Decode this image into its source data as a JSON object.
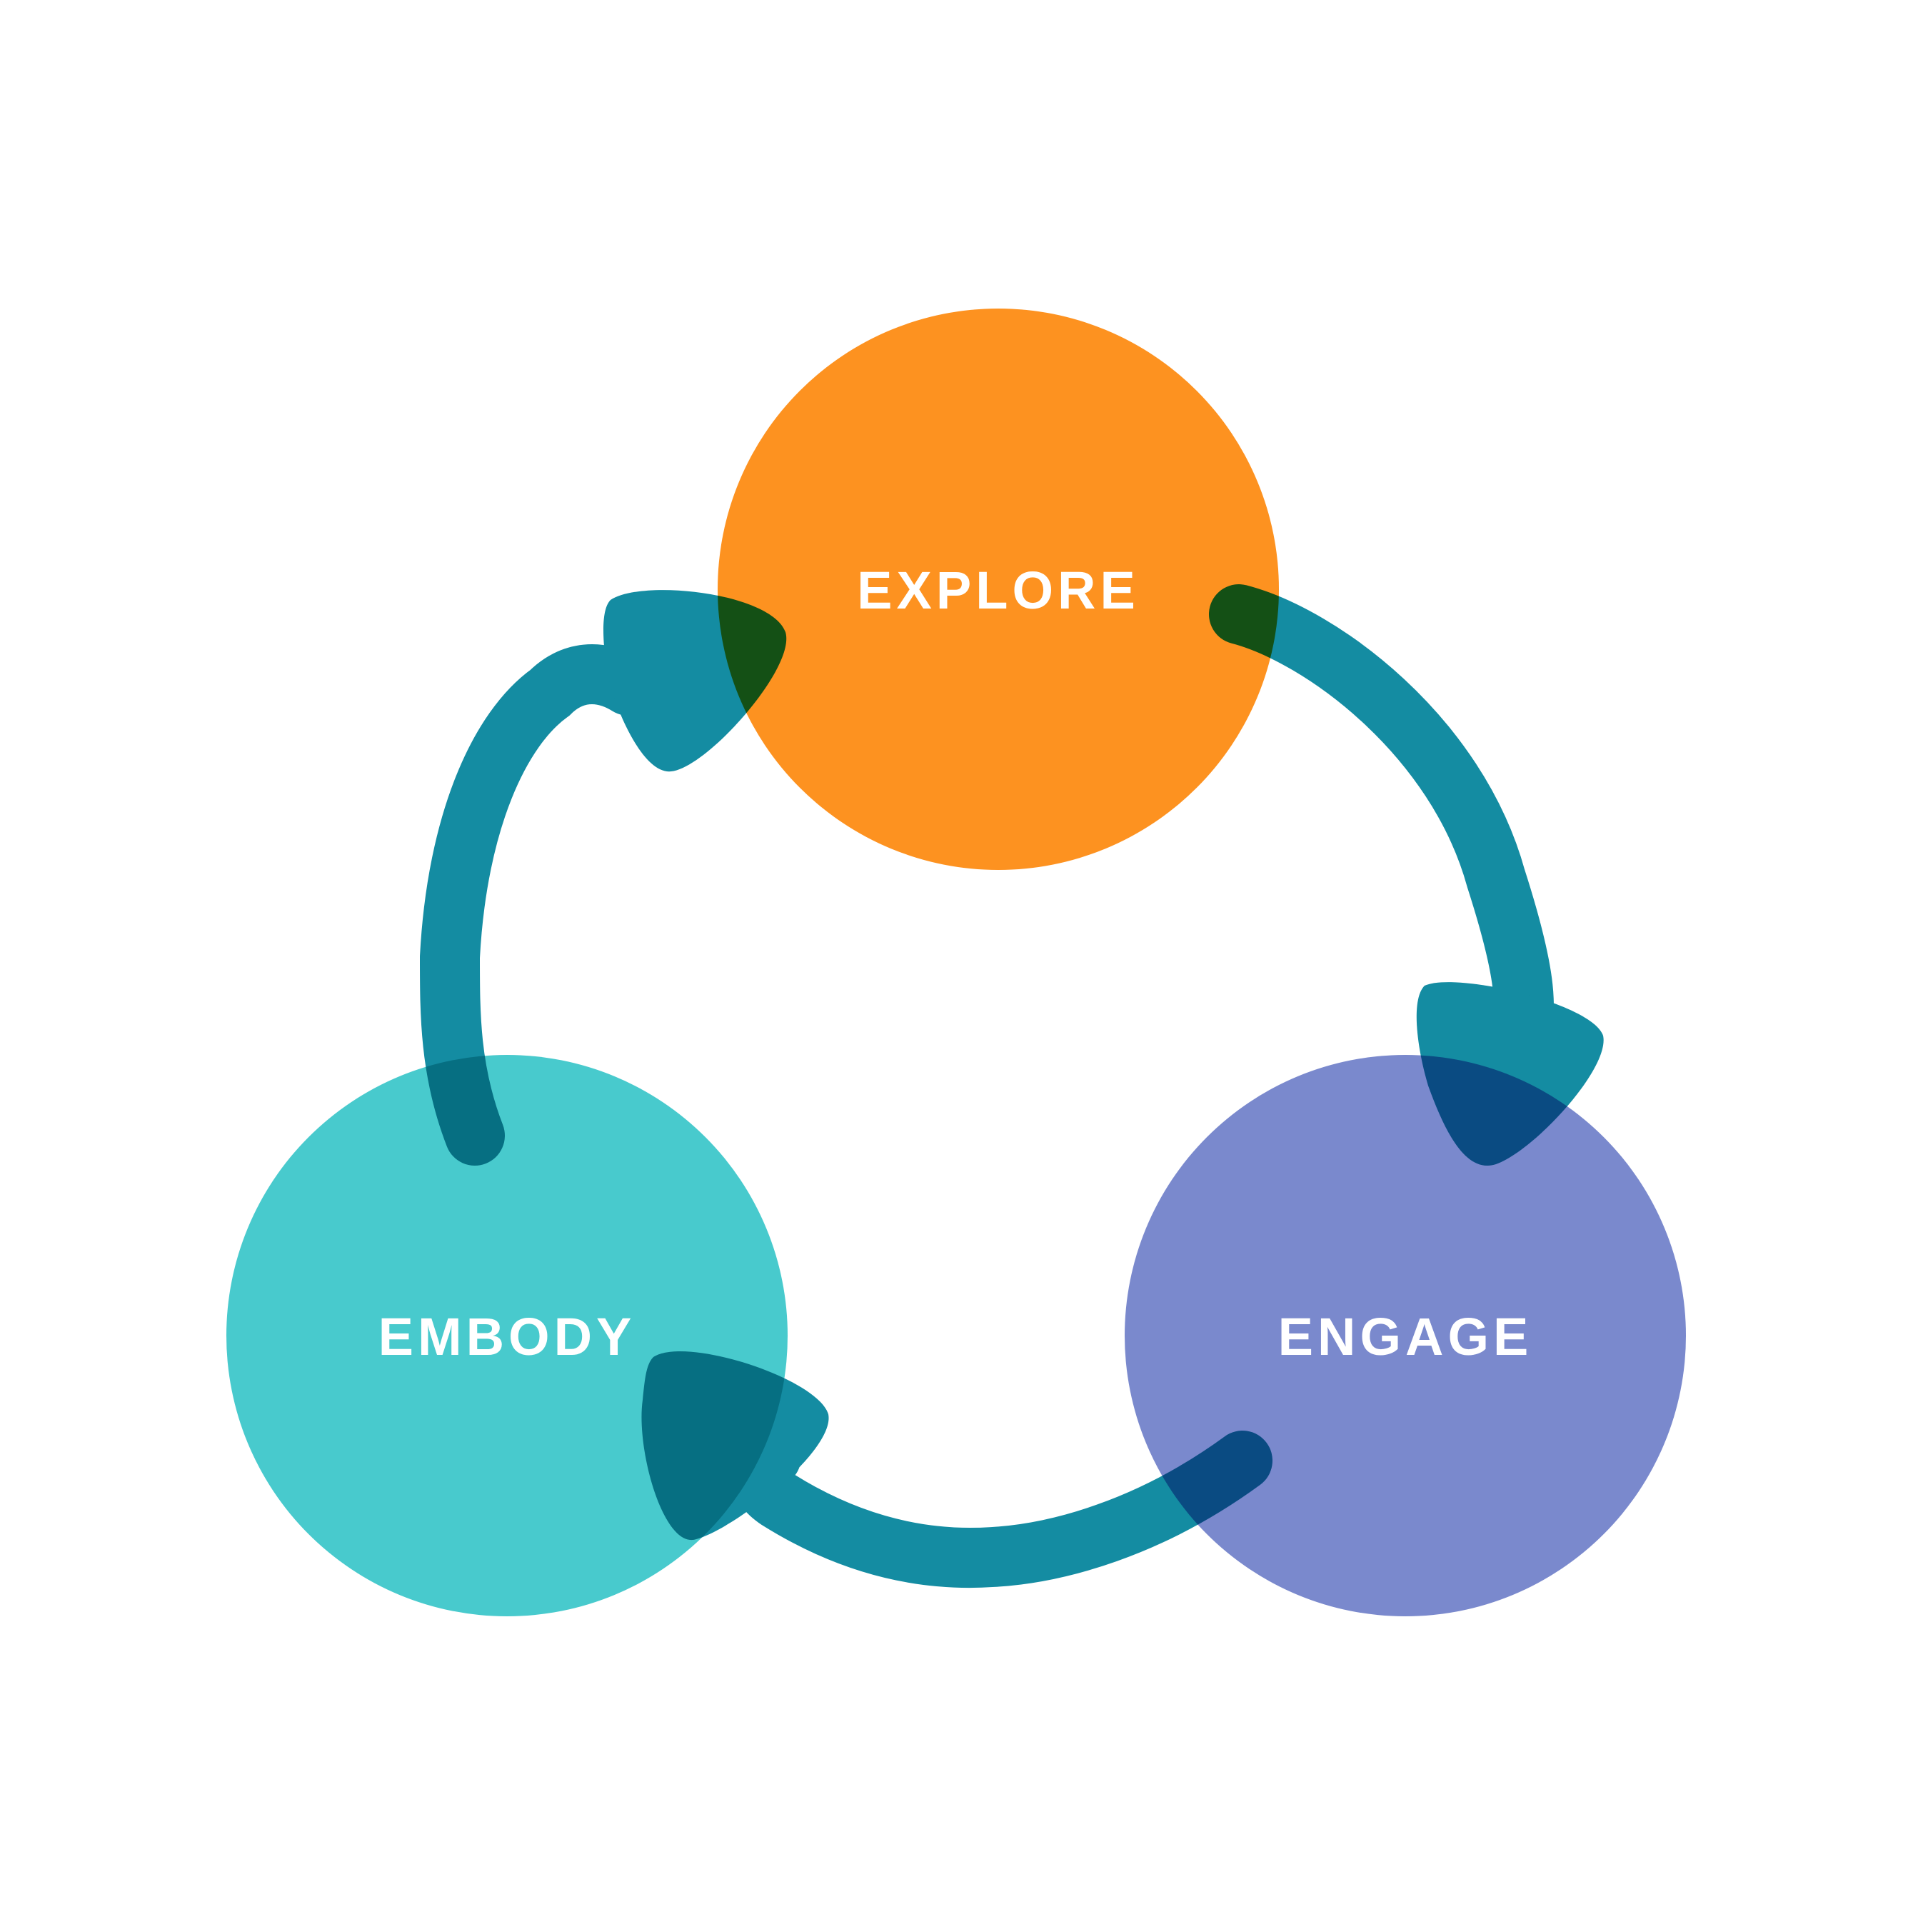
{
  "diagram": {
    "type": "cycle",
    "background": "#ffffff",
    "arrow_color": "#148ca2",
    "stages": [
      {
        "id": "explore",
        "label": "EXPLORE",
        "color": "#fd9220"
      },
      {
        "id": "engage",
        "label": "ENGAGE",
        "color": "#7a89cd"
      },
      {
        "id": "embody",
        "label": "EMBODY",
        "color": "#48cacd"
      }
    ],
    "flow": [
      {
        "from": "explore",
        "to": "engage"
      },
      {
        "from": "engage",
        "to": "embody"
      },
      {
        "from": "embody",
        "to": "explore"
      }
    ]
  }
}
